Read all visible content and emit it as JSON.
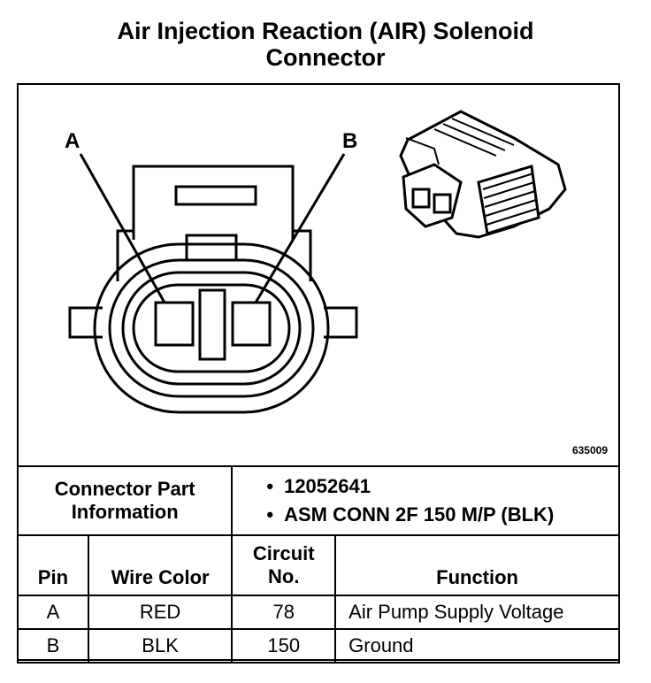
{
  "title": {
    "line1": "Air Injection Reaction (AIR) Solenoid",
    "line2": "Connector"
  },
  "diagram": {
    "pin_a": "A",
    "pin_b": "B",
    "figure_number": "635009"
  },
  "connector_info": {
    "label_line1": "Connector Part",
    "label_line2": "Information",
    "items": [
      "12052641",
      "ASM CONN 2F 150 M/P (BLK)"
    ]
  },
  "table": {
    "headers": {
      "pin": "Pin",
      "wire_color": "Wire Color",
      "circuit_line1": "Circuit",
      "circuit_line2": "No.",
      "function": "Function"
    },
    "rows": [
      {
        "pin": "A",
        "wire_color": "RED",
        "circuit": "78",
        "function": "Air Pump Supply Voltage"
      },
      {
        "pin": "B",
        "wire_color": "BLK",
        "circuit": "150",
        "function": "Ground"
      }
    ]
  }
}
